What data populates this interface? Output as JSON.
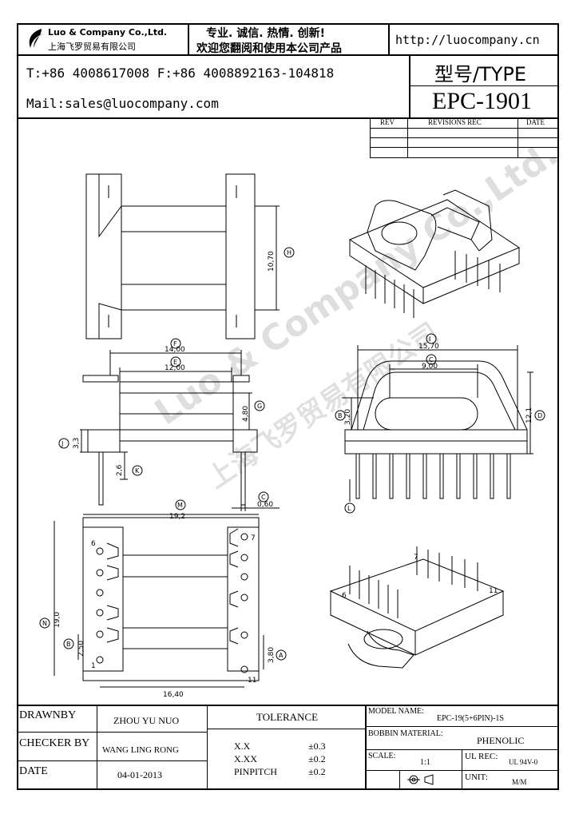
{
  "header": {
    "company_en": "Luo & Company Co.,Ltd.",
    "company_cn": "上海飞罗贸易有限公司",
    "slogan_1": "专业. 诚信. 热情. 创新!",
    "slogan_2": "欢迎您翻阅和使用本公司产品",
    "website": "http://luocompany.cn",
    "phone_fax": "T:+86 4008617008 F:+86 4008892163-104818",
    "email": "Mail:sales@luocompany.com",
    "type_label": "型号/TYPE",
    "type_value": "EPC-1901"
  },
  "revisions": {
    "col_rev": "REV",
    "col_rec": "REVISIONS REC",
    "col_date": "DATE"
  },
  "watermark": {
    "text_en": "Luo & Company Co.,Ltd.",
    "text_cn": "上海飞罗贸易有限公司"
  },
  "drawing": {
    "top_h": "10,70",
    "top_h_mark": "H",
    "side_f": "14,00",
    "side_f_mark": "F",
    "side_e": "12,00",
    "side_e_mark": "E",
    "side_g": "4,80",
    "side_g_mark": "G",
    "side_j": "3,3",
    "side_j_mark": "J",
    "side_k": "2,6",
    "side_k_mark": "K",
    "side_c": "0,60",
    "side_c_mark": "C",
    "front_i": "15,70",
    "front_i_mark": "I",
    "front_c2": "9,00",
    "front_c2_mark": "C",
    "front_d": "12,1",
    "front_d_mark": "D",
    "front_b2": "3,20",
    "front_b2_mark": "B",
    "front_l_mark": "L",
    "bot_m": "19,2",
    "bot_m_mark": "M",
    "bot_n": "19,0",
    "bot_n_mark": "N",
    "bot_b": "2,50",
    "bot_b_mark": "B",
    "bot_a": "3,80",
    "bot_a_mark": "A",
    "bot_w": "16,40",
    "pin_6": "6",
    "pin_1": "1",
    "pin_7": "7",
    "pin_11": "11",
    "iso_7": "7",
    "iso_6": "6",
    "iso_11": "11"
  },
  "title_block": {
    "drawnby_label": "DRAWNBY",
    "drawnby_value": "ZHOU YU NUO",
    "checker_label": "CHECKER BY",
    "checker_value": "WANG LING RONG",
    "date_label": "DATE",
    "date_value": "04-01-2013",
    "tolerance_label": "TOLERANCE",
    "tol_1_label": "X.X",
    "tol_1_value": "±0.3",
    "tol_2_label": "X.XX",
    "tol_2_value": "±0.2",
    "tol_3_label": "PINPITCH",
    "tol_3_value": "±0.2",
    "model_label": "MODEL NAME:",
    "model_value": "EPC-19(5+6PIN)-1S",
    "bobbin_label": "BOBBIN MATERIAL:",
    "bobbin_value": "PHENOLIC",
    "scale_label": "SCALE:",
    "scale_value": "1:1",
    "ul_label": "UL REC:",
    "ul_value": "UL 94V-0",
    "unit_label": "UNIT:",
    "unit_value": "M/M"
  }
}
